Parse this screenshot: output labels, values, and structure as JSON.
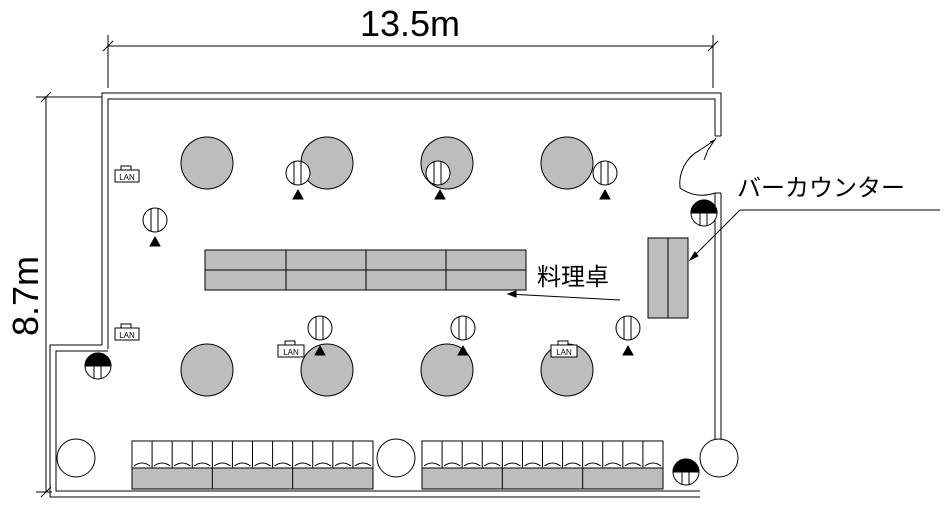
{
  "dimensions": {
    "width_label": "13.5m",
    "height_label": "8.7m"
  },
  "labels": {
    "bar_counter": "バーカウンター",
    "cooking_table": "料理卓"
  },
  "outlets": {
    "lan_text": "LAN"
  },
  "colors": {
    "table_fill": "#bdbdbd",
    "line": "#000000",
    "background": "#ffffff"
  }
}
